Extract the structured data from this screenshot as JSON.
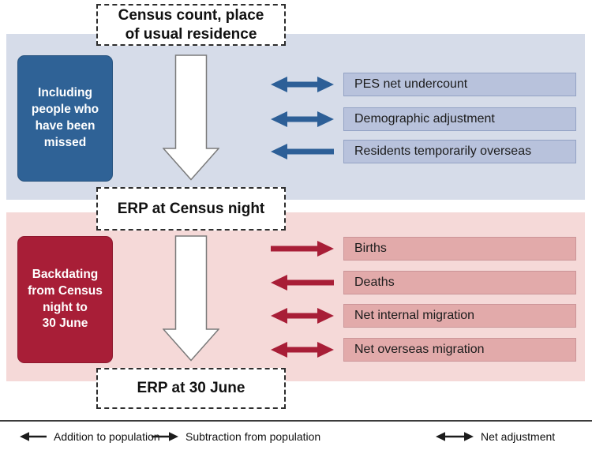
{
  "nodes": {
    "census_count": {
      "label": "Census count, place\nof usual residence"
    },
    "erp_census_night": {
      "label": "ERP at Census night"
    },
    "erp_30_june": {
      "label": "ERP at 30 June"
    }
  },
  "blue_section": {
    "side_label": "Including\npeople who\nhave been\nmissed",
    "items": [
      {
        "label": "PES net undercount",
        "direction": "both"
      },
      {
        "label": "Demographic adjustment",
        "direction": "both"
      },
      {
        "label": "Residents temporarily overseas",
        "direction": "left"
      }
    ]
  },
  "red_section": {
    "side_label": "Backdating\nfrom Census\nnight to\n30 June",
    "items": [
      {
        "label": "Births",
        "direction": "right"
      },
      {
        "label": "Deaths",
        "direction": "left"
      },
      {
        "label": "Net internal migration",
        "direction": "both"
      },
      {
        "label": "Net overseas migration",
        "direction": "both"
      }
    ]
  },
  "legend": {
    "items": [
      {
        "label": "Addition to population",
        "direction": "left"
      },
      {
        "label": "Subtraction from population",
        "direction": "right"
      },
      {
        "label": "Net adjustment",
        "direction": "both"
      }
    ]
  },
  "palette": {
    "blue_panel_bg": "#d6dce9",
    "blue_sidebox_bg": "#2f6296",
    "blue_item_bg": "#b8c2dc",
    "blue_item_border": "#93a2c4",
    "blue_arrow": "#2d5f97",
    "pink_panel_bg": "#f5d9d8",
    "red_sidebox_bg": "#a81e37",
    "pink_item_bg": "#e2aaaa",
    "pink_item_border": "#cb9598",
    "red_arrow": "#a81e37",
    "legend_black": "#1c1c1c"
  }
}
